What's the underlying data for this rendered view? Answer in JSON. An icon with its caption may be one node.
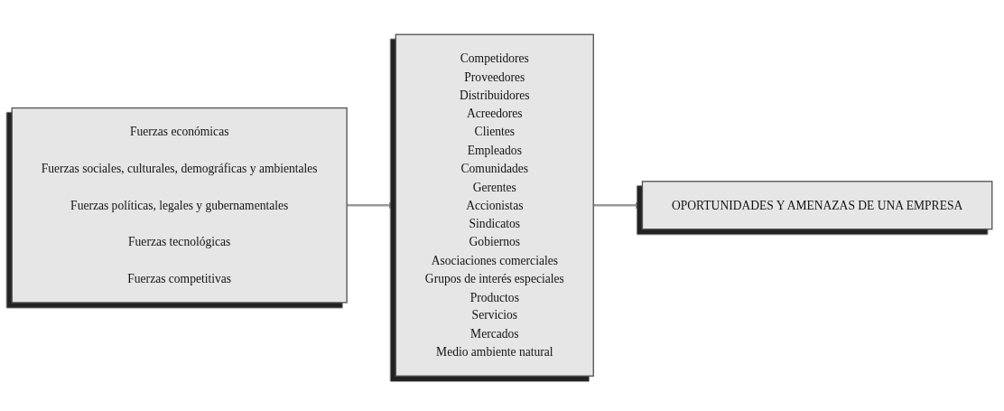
{
  "diagram": {
    "nodes": [
      {
        "text": [
          "Fuerzas económicas",
          "Fuerzas sociales, culturales, demográficas y ambientales",
          "Fuerzas políticas, legales y gubernamentales",
          "Fuerzas tecnológicas",
          "Fuerzas competitivas"
        ]
      },
      {
        "text": [
          "Competidores",
          "Proveedores",
          "Distribuidores",
          "Acreedores",
          "Clientes",
          "Empleados",
          "Comunidades",
          "Gerentes",
          "Accionistas",
          "Sindicatos",
          "Gobiernos",
          "Asociaciones comerciales",
          "Grupos de interés especiales",
          "Productos",
          "Servicios",
          "Mercados",
          "Medio ambiente natural"
        ]
      },
      {
        "text": [
          "OPORTUNIDADES Y AMENAZAS DE UNA EMPRESA"
        ]
      }
    ],
    "edges": [
      {
        "from": 0,
        "to": 1,
        "arrow": "to"
      },
      {
        "from": 1,
        "to": 2,
        "arrow": "to"
      }
    ]
  }
}
